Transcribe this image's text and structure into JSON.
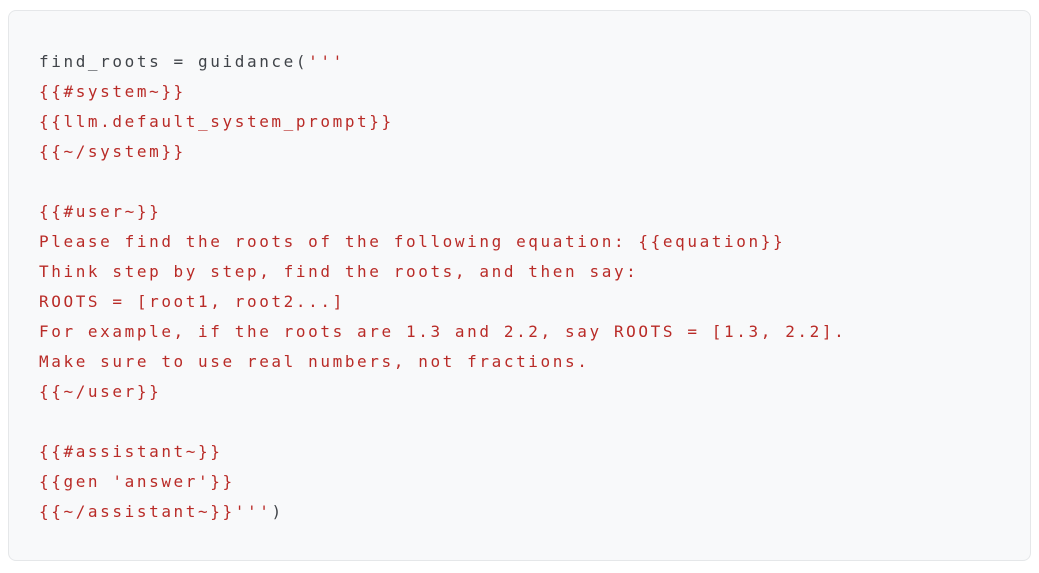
{
  "colors": {
    "page_bg": "#ffffff",
    "block_bg": "#f8f9fa",
    "block_border": "#e5e7e9",
    "code_text": "#404449",
    "string_text": "#b92b27"
  },
  "code_block": {
    "language": "python",
    "lines": [
      {
        "segments": [
          {
            "text": "find_roots = guidance(",
            "style": "plain"
          },
          {
            "text": "'''",
            "style": "string"
          }
        ]
      },
      {
        "segments": [
          {
            "text": "{{#system~}}",
            "style": "string"
          }
        ]
      },
      {
        "segments": [
          {
            "text": "{{llm.default_system_prompt}}",
            "style": "string"
          }
        ]
      },
      {
        "segments": [
          {
            "text": "{{~/system}}",
            "style": "string"
          }
        ]
      },
      {
        "segments": []
      },
      {
        "segments": [
          {
            "text": "{{#user~}}",
            "style": "string"
          }
        ]
      },
      {
        "segments": [
          {
            "text": "Please find the roots of the following equation: {{equation}}",
            "style": "string"
          }
        ]
      },
      {
        "segments": [
          {
            "text": "Think step by step, find the roots, and then say:",
            "style": "string"
          }
        ]
      },
      {
        "segments": [
          {
            "text": "ROOTS = [root1, root2...]",
            "style": "string"
          }
        ]
      },
      {
        "segments": [
          {
            "text": "For example, if the roots are 1.3 and 2.2, say ROOTS = [1.3, 2.2].",
            "style": "string"
          }
        ]
      },
      {
        "segments": [
          {
            "text": "Make sure to use real numbers, not fractions.",
            "style": "string"
          }
        ]
      },
      {
        "segments": [
          {
            "text": "{{~/user}}",
            "style": "string"
          }
        ]
      },
      {
        "segments": []
      },
      {
        "segments": [
          {
            "text": "{{#assistant~}}",
            "style": "string"
          }
        ]
      },
      {
        "segments": [
          {
            "text": "{{gen 'answer'}}",
            "style": "string"
          }
        ]
      },
      {
        "segments": [
          {
            "text": "{{~/assistant~}}'''",
            "style": "string"
          },
          {
            "text": ")",
            "style": "plain"
          }
        ]
      }
    ]
  }
}
